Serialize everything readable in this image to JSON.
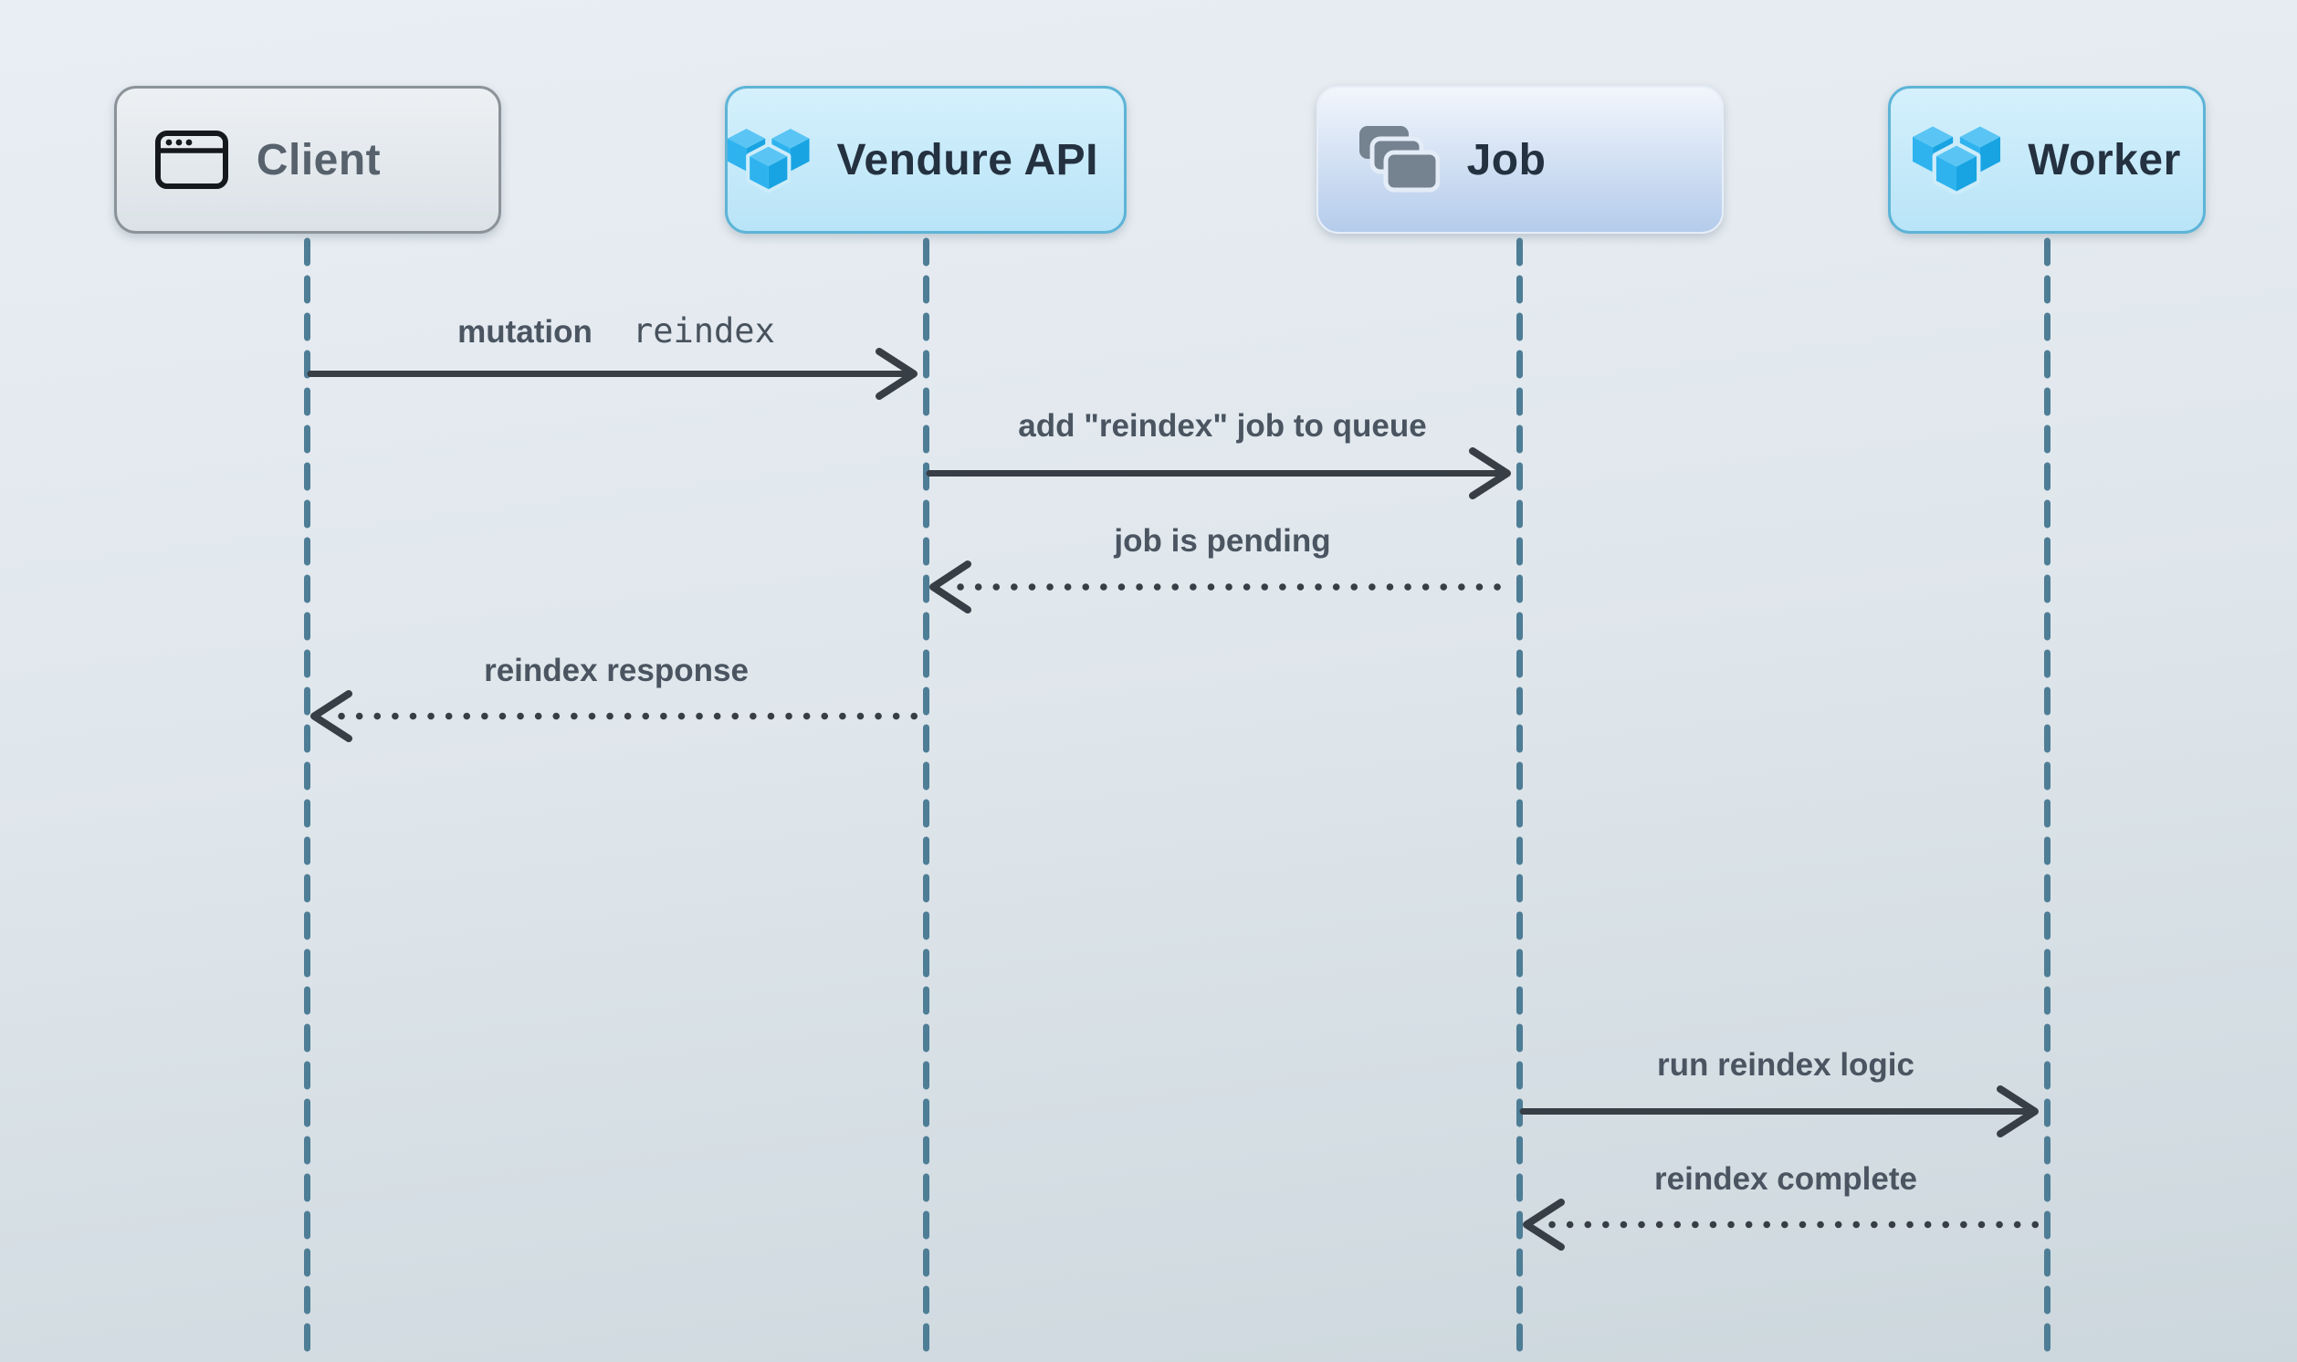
{
  "diagram": {
    "type": "sequence",
    "participants": [
      {
        "id": "client",
        "label": "Client",
        "icon": "browser-window-icon"
      },
      {
        "id": "vendure-api",
        "label": "Vendure API",
        "icon": "vendure-logo-icon"
      },
      {
        "id": "job",
        "label": "Job",
        "icon": "stacked-cards-icon"
      },
      {
        "id": "worker",
        "label": "Worker",
        "icon": "vendure-logo-icon"
      }
    ],
    "messages": [
      {
        "from": "client",
        "to": "vendure-api",
        "style": "solid",
        "label": "mutation",
        "code": "reindex"
      },
      {
        "from": "vendure-api",
        "to": "job",
        "style": "solid",
        "label": "add \"reindex\" job to queue"
      },
      {
        "from": "job",
        "to": "vendure-api",
        "style": "dotted",
        "label": "job is pending"
      },
      {
        "from": "vendure-api",
        "to": "client",
        "style": "dotted",
        "label": "reindex response"
      },
      {
        "from": "job",
        "to": "worker",
        "style": "solid",
        "label": "run reindex logic"
      },
      {
        "from": "worker",
        "to": "job",
        "style": "dotted",
        "label": "reindex complete"
      }
    ],
    "colors": {
      "background_top": "#e9eef4",
      "background_bottom": "#ccd7dd",
      "lifeline": "#4e7d96",
      "arrow": "#373e45",
      "message_text": "#4a5561",
      "participant_title": "#243140",
      "client_title": "#57626d",
      "vendure_blue": "#2eb3ef",
      "job_card_gray": "#75828f"
    }
  }
}
